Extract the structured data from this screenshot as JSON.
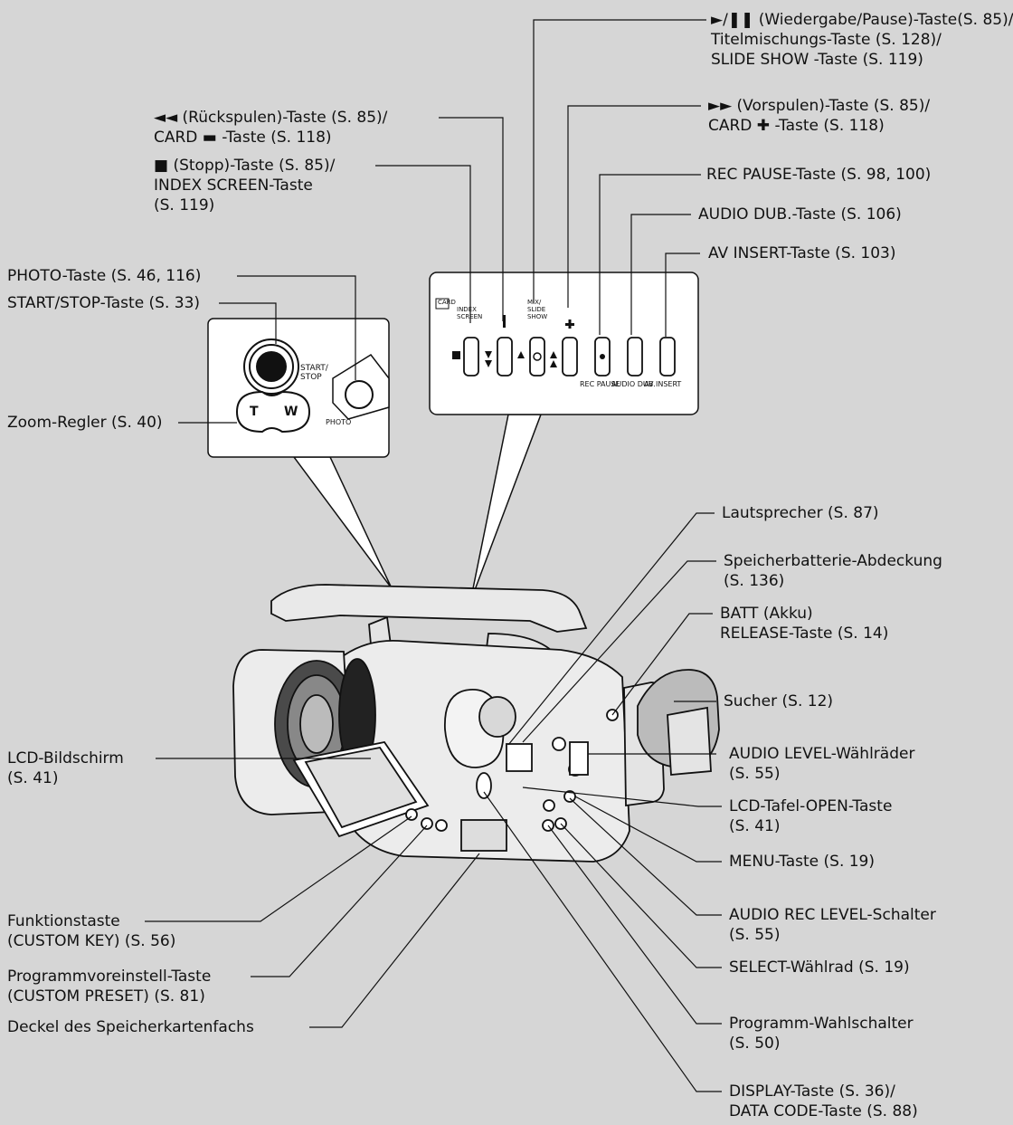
{
  "labels_left": [
    {
      "id": "rueckspulen",
      "lines": [
        "◄◄ (Rückspulen)-Taste (S. 85)/",
        "CARD ▬ -Taste (S. 118)"
      ]
    },
    {
      "id": "stopp",
      "lines": [
        "■ (Stopp)-Taste (S. 85)/",
        "INDEX SCREEN-Taste",
        "(S. 119)"
      ]
    },
    {
      "id": "photo",
      "lines": [
        "PHOTO-Taste (S. 46, 116)"
      ]
    },
    {
      "id": "startstop",
      "lines": [
        "START/STOP-Taste (S. 33)"
      ]
    },
    {
      "id": "zoom",
      "lines": [
        "Zoom-Regler (S. 40)"
      ]
    },
    {
      "id": "lcd",
      "lines": [
        "LCD-Bildschirm",
        "(S. 41)"
      ]
    },
    {
      "id": "funktion",
      "lines": [
        "Funktionstaste",
        "(CUSTOM KEY) (S. 56)"
      ]
    },
    {
      "id": "programmvoreinstell",
      "lines": [
        "Programmvoreinstell-Taste",
        "(CUSTOM PRESET) (S. 81)"
      ]
    },
    {
      "id": "deckel",
      "lines": [
        "Deckel des Speicherkartenfachs"
      ]
    }
  ],
  "labels_right": [
    {
      "id": "wiedergabe",
      "lines": [
        "►/❚❚ (Wiedergabe/Pause)-Taste(S. 85)/",
        "Titelmischungs-Taste (S. 128)/",
        "SLIDE SHOW -Taste (S. 119)"
      ]
    },
    {
      "id": "vorspulen",
      "lines": [
        "►► (Vorspulen)-Taste (S. 85)/",
        "CARD ✚ -Taste (S. 118)"
      ]
    },
    {
      "id": "recpause",
      "lines": [
        "REC PAUSE-Taste (S. 98, 100)"
      ]
    },
    {
      "id": "audiodub",
      "lines": [
        "AUDIO DUB.-Taste (S. 106)"
      ]
    },
    {
      "id": "avinsert",
      "lines": [
        "AV INSERT-Taste (S. 103)"
      ]
    },
    {
      "id": "lautsprecher",
      "lines": [
        "Lautsprecher (S. 87)"
      ]
    },
    {
      "id": "speicherbatterie",
      "lines": [
        "Speicherbatterie-Abdeckung",
        "(S. 136)"
      ]
    },
    {
      "id": "batt",
      "lines": [
        "BATT (Akku)",
        "RELEASE-Taste (S. 14)"
      ]
    },
    {
      "id": "sucher",
      "lines": [
        "Sucher (S. 12)"
      ]
    },
    {
      "id": "audiolevel",
      "lines": [
        "AUDIO LEVEL-Wählräder",
        "(S. 55)"
      ]
    },
    {
      "id": "lcdopen",
      "lines": [
        "LCD-Tafel-OPEN-Taste",
        "(S. 41)"
      ]
    },
    {
      "id": "menu",
      "lines": [
        "MENU-Taste (S. 19)"
      ]
    },
    {
      "id": "audiorec",
      "lines": [
        "AUDIO REC LEVEL-Schalter",
        "(S. 55)"
      ]
    },
    {
      "id": "select",
      "lines": [
        "SELECT-Wählrad (S. 19)"
      ]
    },
    {
      "id": "programmwahl",
      "lines": [
        "Programm-Wahlschalter",
        "(S. 50)"
      ]
    },
    {
      "id": "display",
      "lines": [
        "DISPLAY-Taste (S. 36)/",
        "DATA CODE-Taste (S. 88)"
      ]
    }
  ],
  "panel_labels": {
    "card": "CARD",
    "index_screen": "INDEX SCREEN",
    "mix_slide_show": "MIX/ SLIDE SHOW",
    "rec_pause": "REC PAUSE",
    "audio_dub": "AUDIO DUB.",
    "av_insert": "AV INSERT",
    "start_stop": "START/ STOP",
    "photo": "PHOTO",
    "zoom_t": "T",
    "zoom_w": "W"
  }
}
